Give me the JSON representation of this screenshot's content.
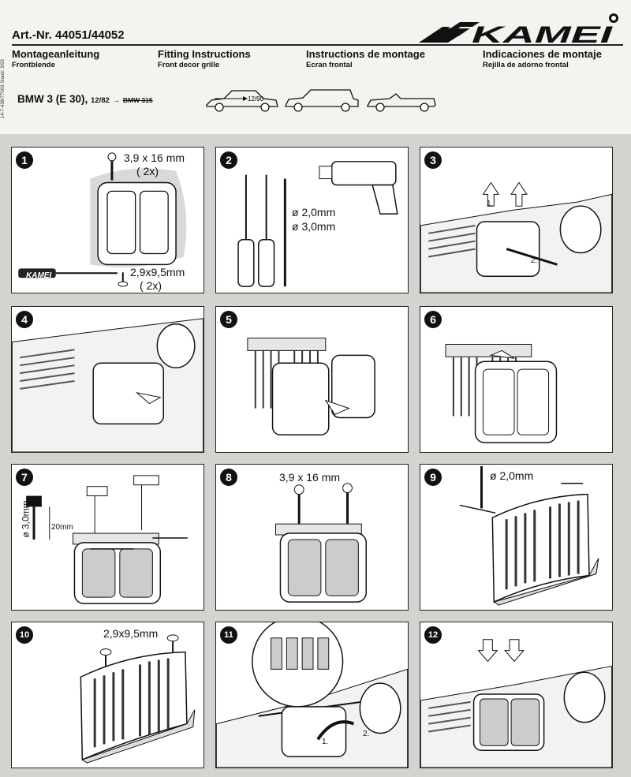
{
  "side_text": "14-7-438/77003   Stand: 3/93",
  "header": {
    "article": "Art.-Nr. 44051/44052",
    "brand": "KAMEI",
    "columns": [
      {
        "title": "Montageanleitung",
        "subtitle": "Frontblende"
      },
      {
        "title": "Fitting Instructions",
        "subtitle": "Front decor grille"
      },
      {
        "title": "Instructions de montage",
        "subtitle": "Ecran frontal"
      },
      {
        "title": "Indicaciones de montaje",
        "subtitle": "Rejilla de adorno frontal"
      }
    ]
  },
  "vehicle": {
    "model": "BMW 3 (E 30),",
    "from_date": "12/82",
    "arrow": "→",
    "excluded": "BMW 315",
    "sedan_date": "12/90"
  },
  "steps": [
    {
      "number": "1",
      "screw_top": "3,9 x 16 mm",
      "qty_top": "( 2x)",
      "screw_bottom": "2,9x9,5mm",
      "qty_bottom": "( 2x)",
      "tool_brand": "KAMEI"
    },
    {
      "number": "2",
      "drill_1": "ø 2,0mm",
      "drill_2": "ø 3,0mm"
    },
    {
      "number": "3",
      "step_1": "1.",
      "step_2": "2."
    },
    {
      "number": "4"
    },
    {
      "number": "5"
    },
    {
      "number": "6"
    },
    {
      "number": "7",
      "diameter": "ø 3,0mm",
      "depth": "20mm"
    },
    {
      "number": "8",
      "screw": "3,9 x 16 mm"
    },
    {
      "number": "9",
      "diameter": "ø 2,0mm"
    },
    {
      "number": "10",
      "screw": "2,9x9,5mm"
    },
    {
      "number": "11",
      "step_1": "1.",
      "step_2": "2."
    },
    {
      "number": "12"
    }
  ]
}
